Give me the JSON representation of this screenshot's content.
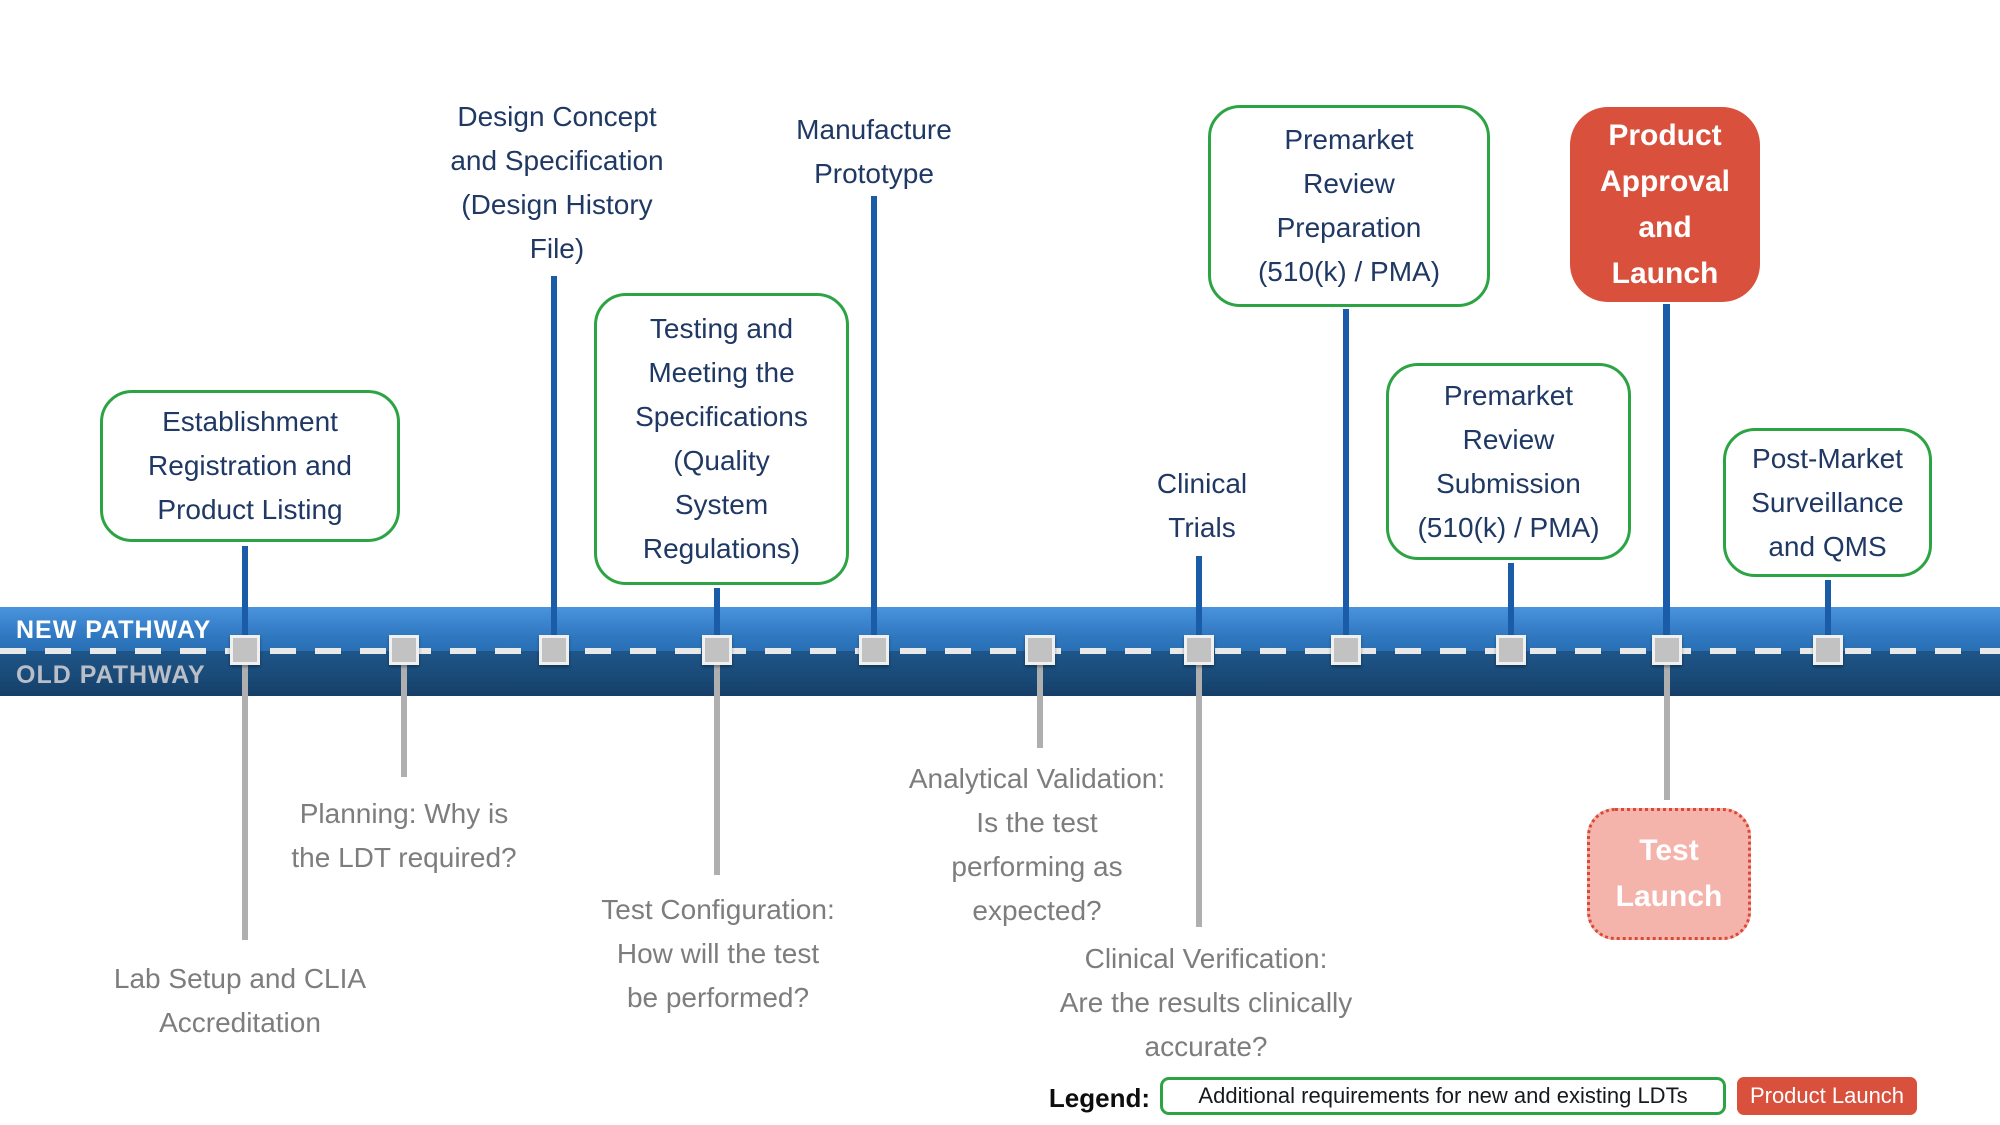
{
  "diagram": {
    "new_pathway_label": "NEW PATHWAY",
    "old_pathway_label": "OLD PATHWAY"
  },
  "colors": {
    "band_new_blue": "#2e77bf",
    "band_old_blue": "#1a4b79",
    "connector_blue": "#1a5ca8",
    "connector_gray": "#afafaf",
    "milestone_text_navy": "#1f3864",
    "green_border": "#2ca444",
    "red_fill": "#d9503c",
    "pink_fill": "#f4b3ab",
    "gray_text": "#7d7d7d"
  },
  "top_milestones": [
    {
      "style": "green-box",
      "lines": [
        "Establishment",
        "Registration and",
        "Product Listing"
      ]
    },
    {
      "style": "text",
      "lines": [
        "Design Concept",
        "and Specification",
        "(Design History",
        "File)"
      ]
    },
    {
      "style": "green-box",
      "lines": [
        "Testing and",
        "Meeting the",
        "Specifications",
        "(Quality",
        "System",
        "Regulations)"
      ]
    },
    {
      "style": "text",
      "lines": [
        "Manufacture",
        "Prototype"
      ]
    },
    {
      "style": "text",
      "lines": [
        "Clinical",
        "Trials"
      ]
    },
    {
      "style": "green-box",
      "lines": [
        "Premarket",
        "Review",
        "Preparation",
        "(510(k) / PMA)"
      ]
    },
    {
      "style": "green-box",
      "lines": [
        "Premarket",
        "Review",
        "Submission",
        "(510(k) / PMA)"
      ]
    },
    {
      "style": "red-box",
      "lines": [
        "Product",
        "Approval",
        "and",
        "Launch"
      ]
    },
    {
      "style": "green-box",
      "lines": [
        "Post-Market",
        "Surveillance",
        "and QMS"
      ]
    }
  ],
  "bottom_milestones": [
    {
      "style": "text",
      "lines": [
        "Lab Setup and CLIA",
        "Accreditation"
      ]
    },
    {
      "style": "text",
      "lines": [
        "Planning: Why is",
        "the LDT required?"
      ]
    },
    {
      "style": "text",
      "lines": [
        "Test Configuration:",
        "How will the test",
        "be performed?"
      ]
    },
    {
      "style": "text",
      "lines": [
        "Analytical Validation:",
        "Is the test",
        "performing as",
        "expected?"
      ]
    },
    {
      "style": "text",
      "lines": [
        "Clinical Verification:",
        "Are the results clinically",
        "accurate?"
      ]
    },
    {
      "style": "pink-dashed-box",
      "lines": [
        "Test",
        "Launch"
      ]
    }
  ],
  "legend": {
    "title": "Legend:",
    "green_item_label": "Additional requirements for new and existing LDTs",
    "red_item_label": "Product Launch"
  }
}
